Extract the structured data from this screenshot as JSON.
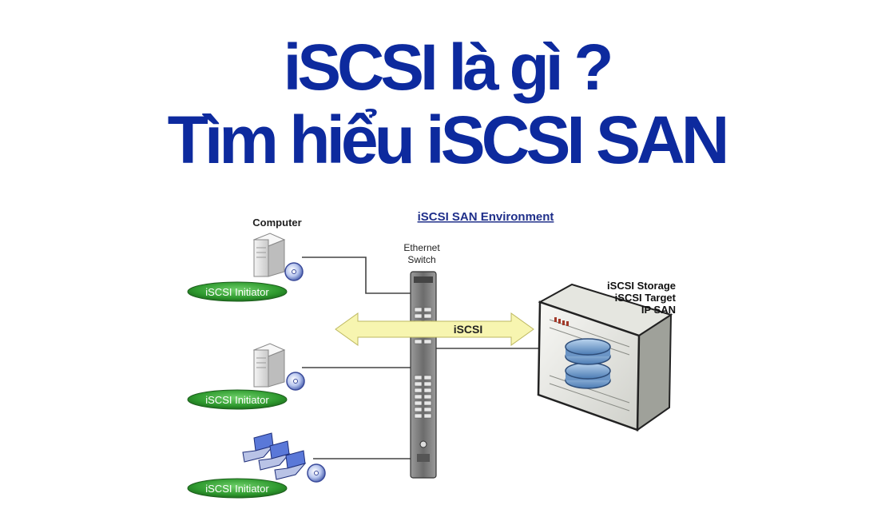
{
  "title": {
    "line1": "iSCSI là gì ?",
    "line2": "Tìm hiểu iSCSI SAN"
  },
  "diagram": {
    "heading": "iSCSI SAN Environment",
    "computer_label": "Computer",
    "switch_label": [
      "Ethernet",
      "Switch"
    ],
    "protocol_label": "iSCSI",
    "storage_label": [
      "iSCSI Storage",
      "iSCSI Target",
      "IP SAN"
    ],
    "initiators": [
      {
        "label": "iSCSI Initiator",
        "device": "tower-server"
      },
      {
        "label": "iSCSI Initiator",
        "device": "tower-server"
      },
      {
        "label": "iSCSI Initiator",
        "device": "laptops"
      }
    ],
    "colors": {
      "title": "#0d2a9e",
      "heading": "#1f2f8a",
      "badge": "#2f9a2f",
      "arrow": "#f7f5b0",
      "line": "#444444"
    }
  }
}
